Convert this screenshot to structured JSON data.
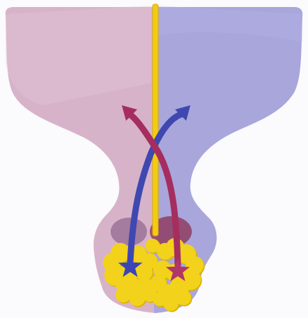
{
  "colors": {
    "background": "#fbfafc",
    "left_region": "#d7b3c9",
    "left_region_highlight": "#e2c7d6",
    "right_region": "#a9a6dc",
    "right_region_highlight": "#bbb8e6",
    "midline": "#f2cc12",
    "midline_edge": "#d9a800",
    "clusters": "#f2d21a",
    "cluster_shadow": "#d9b300",
    "blue_pathway": "#3f48b0",
    "red_pathway": "#a52e5f",
    "blue_origin_star": "#3a45b6",
    "red_origin_star": "#b0376a"
  },
  "icons": {
    "blue_pathway_arrow": "arrow-head",
    "red_pathway_arrow": "arrow-head",
    "blue_origin": "star",
    "red_origin": "star"
  }
}
